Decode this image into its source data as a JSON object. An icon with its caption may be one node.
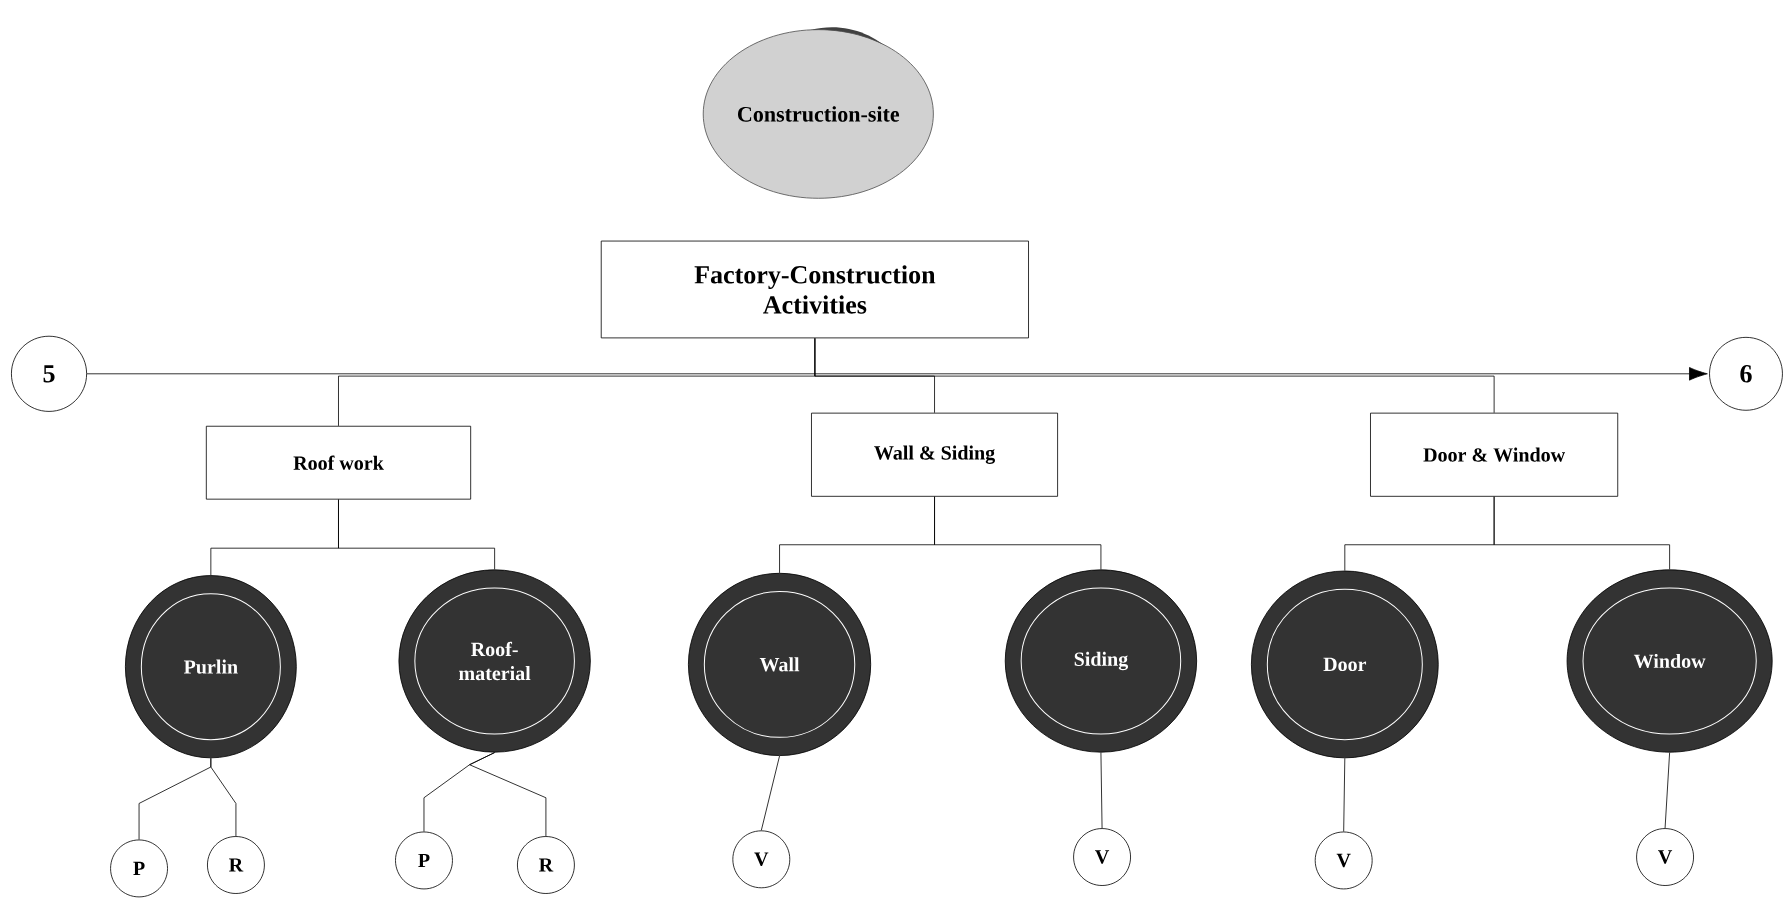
{
  "diagram": {
    "nodes": [
      {
        "text": [
          "Construction-site"
        ]
      },
      {
        "text": [
          "Factory-Construction Activities"
        ]
      },
      {
        "text": [
          "5"
        ]
      },
      {
        "text": [
          "6"
        ]
      },
      {
        "text": [
          "Roof work"
        ]
      },
      {
        "text": [
          "Wall & Siding"
        ]
      },
      {
        "text": [
          "Door & Window"
        ]
      },
      {
        "text": [
          "Purlin"
        ]
      },
      {
        "text": [
          "Roof-material"
        ]
      },
      {
        "text": [
          "Wall"
        ]
      },
      {
        "text": [
          "Siding"
        ]
      },
      {
        "text": [
          "Door"
        ]
      },
      {
        "text": [
          "Window"
        ]
      },
      {
        "text": [
          "P"
        ]
      },
      {
        "text": [
          "R"
        ]
      },
      {
        "text": [
          "P"
        ]
      },
      {
        "text": [
          "R"
        ]
      },
      {
        "text": [
          "V"
        ]
      },
      {
        "text": [
          "V"
        ]
      },
      {
        "text": [
          "V"
        ]
      },
      {
        "text": [
          "V"
        ]
      }
    ],
    "edges": [
      {
        "from": 2,
        "to": 3,
        "arrow": "to"
      },
      {
        "from": 1,
        "to": 4,
        "arrow": "none"
      },
      {
        "from": 1,
        "to": 5,
        "arrow": "none"
      },
      {
        "from": 1,
        "to": 6,
        "arrow": "none"
      },
      {
        "from": 4,
        "to": 7,
        "arrow": "none"
      },
      {
        "from": 4,
        "to": 8,
        "arrow": "none"
      },
      {
        "from": 5,
        "to": 9,
        "arrow": "none"
      },
      {
        "from": 5,
        "to": 10,
        "arrow": "none"
      },
      {
        "from": 6,
        "to": 11,
        "arrow": "none"
      },
      {
        "from": 6,
        "to": 12,
        "arrow": "none"
      },
      {
        "from": 7,
        "to": 13,
        "arrow": "none"
      },
      {
        "from": 7,
        "to": 14,
        "arrow": "none"
      },
      {
        "from": 8,
        "to": 15,
        "arrow": "none"
      },
      {
        "from": 8,
        "to": 16,
        "arrow": "none"
      },
      {
        "from": 9,
        "to": 17,
        "arrow": "none"
      },
      {
        "from": 10,
        "to": 18,
        "arrow": "none"
      },
      {
        "from": 11,
        "to": 19,
        "arrow": "none"
      },
      {
        "from": 12,
        "to": 20,
        "arrow": "none"
      }
    ]
  }
}
